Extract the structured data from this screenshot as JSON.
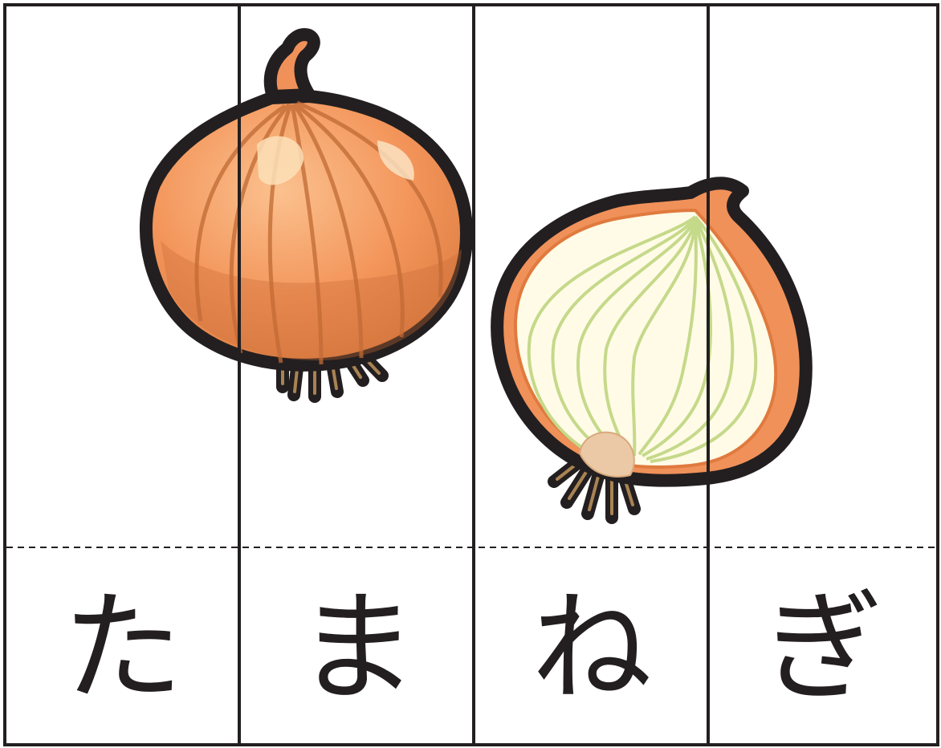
{
  "puzzle": {
    "word_characters": [
      "た",
      "ま",
      "ね",
      "ぎ"
    ],
    "pictures": [
      {
        "name": "whole-onion",
        "icon": "onion-icon"
      },
      {
        "name": "halved-onion",
        "icon": "onion-half-icon"
      }
    ],
    "colors": {
      "outline": "#231f20",
      "onion_skin": "#f0915a",
      "onion_inner": "#fffbe6",
      "onion_rings": "#c5d98a",
      "root": "#8a6a3a"
    }
  }
}
